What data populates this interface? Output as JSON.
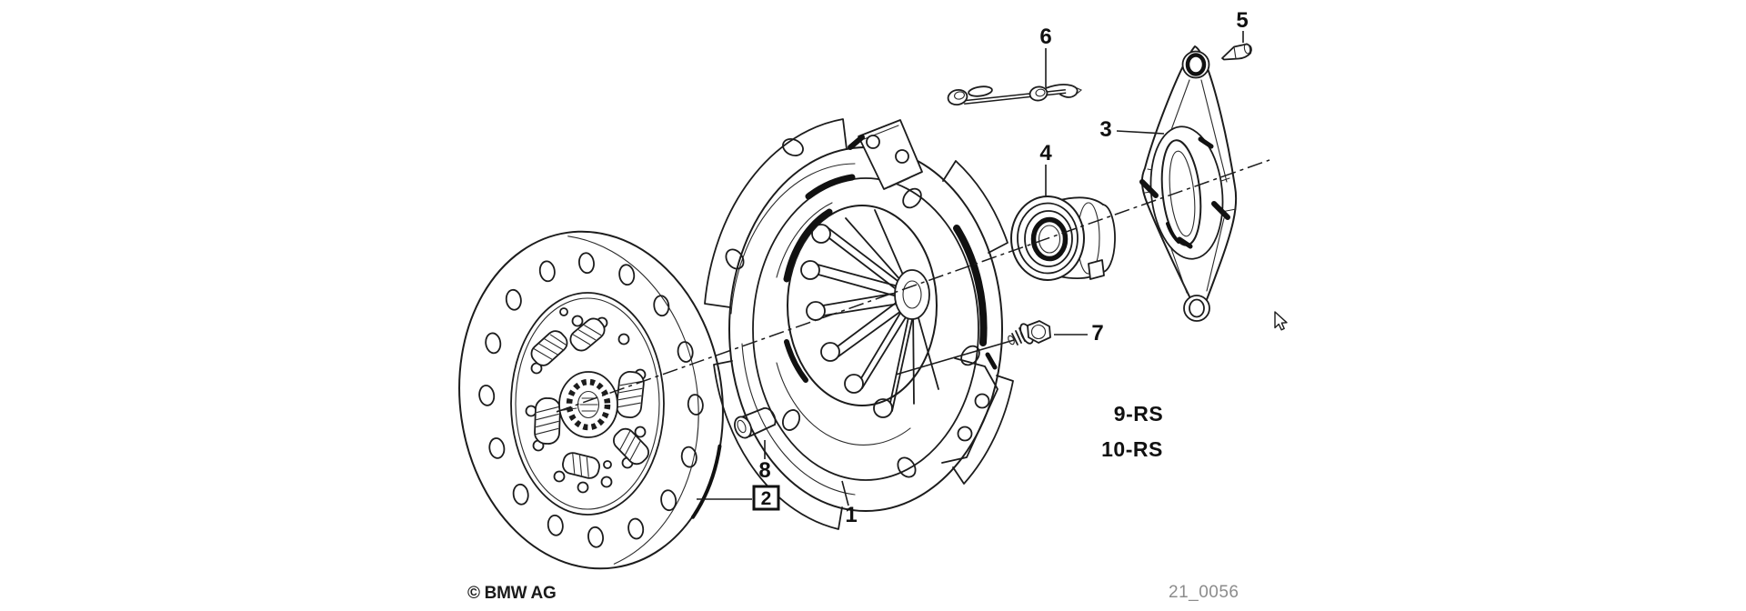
{
  "diagram": {
    "copyright": "© BMW AG",
    "drawing_number": "21_0056",
    "callouts": {
      "c1": "1",
      "c2": "2",
      "c3": "3",
      "c4": "4",
      "c5": "5",
      "c6": "6",
      "c7": "7",
      "c8": "8",
      "c9rs": "9-RS",
      "c10rs": "10-RS"
    }
  }
}
